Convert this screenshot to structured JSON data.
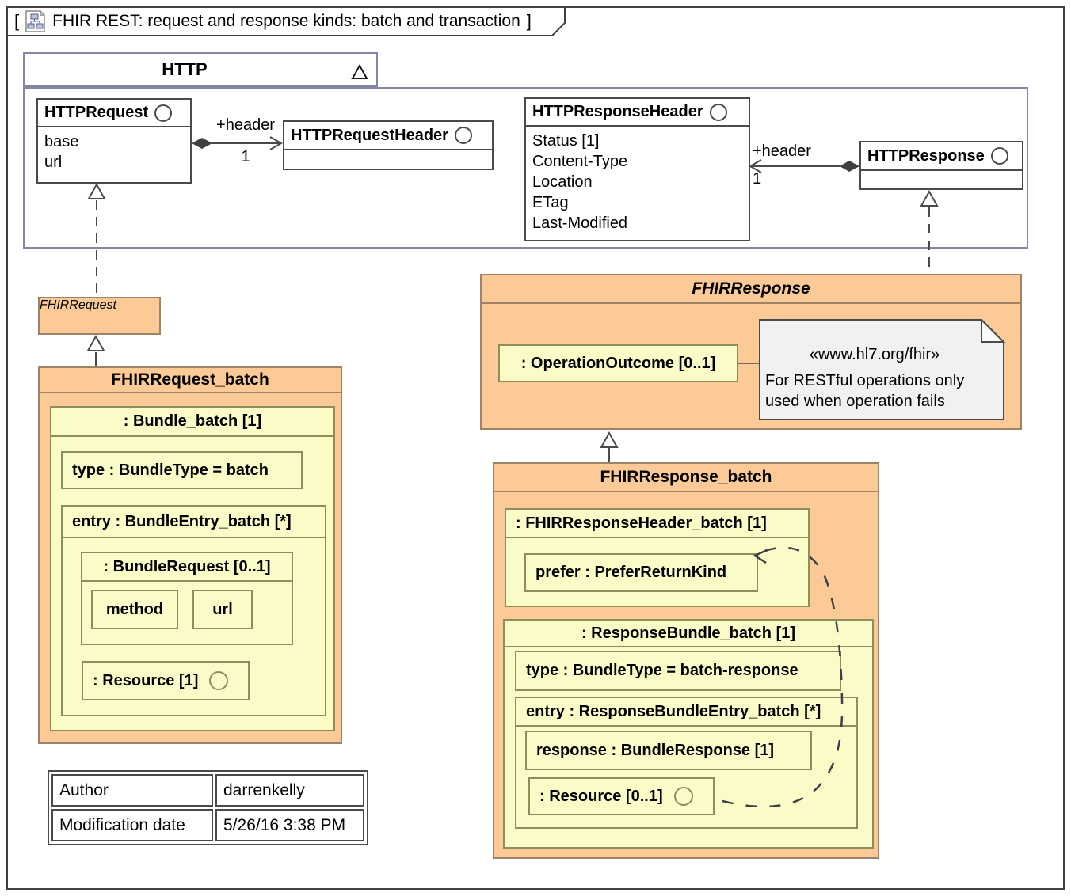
{
  "frame": {
    "bracket_open": "[",
    "bracket_close": "]",
    "title": "FHIR REST: request and response kinds: batch and transaction"
  },
  "http": {
    "package_name": "HTTP",
    "request": {
      "title": "HTTPRequest",
      "attributes": [
        "base",
        "url"
      ]
    },
    "request_header": {
      "title": "HTTPRequestHeader"
    },
    "response_header": {
      "title": "HTTPResponseHeader",
      "attributes": [
        "Status [1]",
        "Content-Type",
        "Location",
        "ETag",
        "Last-Modified"
      ]
    },
    "response": {
      "title": "HTTPResponse"
    },
    "assoc_left": {
      "role": "+header",
      "multiplicity": "1"
    },
    "assoc_right": {
      "role": "+header",
      "multiplicity": "1"
    }
  },
  "fhir_request": {
    "title": "FHIRRequest"
  },
  "fhir_request_batch": {
    "title": "FHIRRequest_batch",
    "bundle": {
      "title": ": Bundle_batch [1]",
      "type": "type : BundleType = batch",
      "entry": {
        "title": "entry : BundleEntry_batch [*]",
        "bundle_request": {
          "title": ": BundleRequest [0..1]",
          "method": "method",
          "url": "url"
        },
        "resource": ": Resource [1]"
      }
    }
  },
  "fhir_response": {
    "title": "FHIRResponse",
    "operation_outcome": ": OperationOutcome [0..1]",
    "note": {
      "stereotype": "«www.hl7.org/fhir»",
      "line1": "For RESTful operations only",
      "line2": "used when operation fails"
    }
  },
  "fhir_response_batch": {
    "title": "FHIRResponse_batch",
    "header": {
      "title": ": FHIRResponseHeader_batch [1]",
      "prefer": "prefer : PreferReturnKind"
    },
    "bundle": {
      "title": ": ResponseBundle_batch [1]",
      "type": "type : BundleType = batch-response",
      "entry": {
        "title": "entry : ResponseBundleEntry_batch [*]",
        "response": "response : BundleResponse [1]",
        "resource": ": Resource [0..1]"
      }
    }
  },
  "info_table": {
    "author_label": "Author",
    "author_value": "darrenkelly",
    "date_label": "Modification date",
    "date_value": "5/26/16 3:38 PM"
  },
  "colors": {
    "orange_fill": "#fbca96",
    "orange_border": "#a08264",
    "yellow_fill": "#fbfbc8",
    "yellow_border": "#8e8e58",
    "package_border": "#8585a8",
    "line": "#4a4a4a",
    "note_fill": "#f1f1f1"
  }
}
